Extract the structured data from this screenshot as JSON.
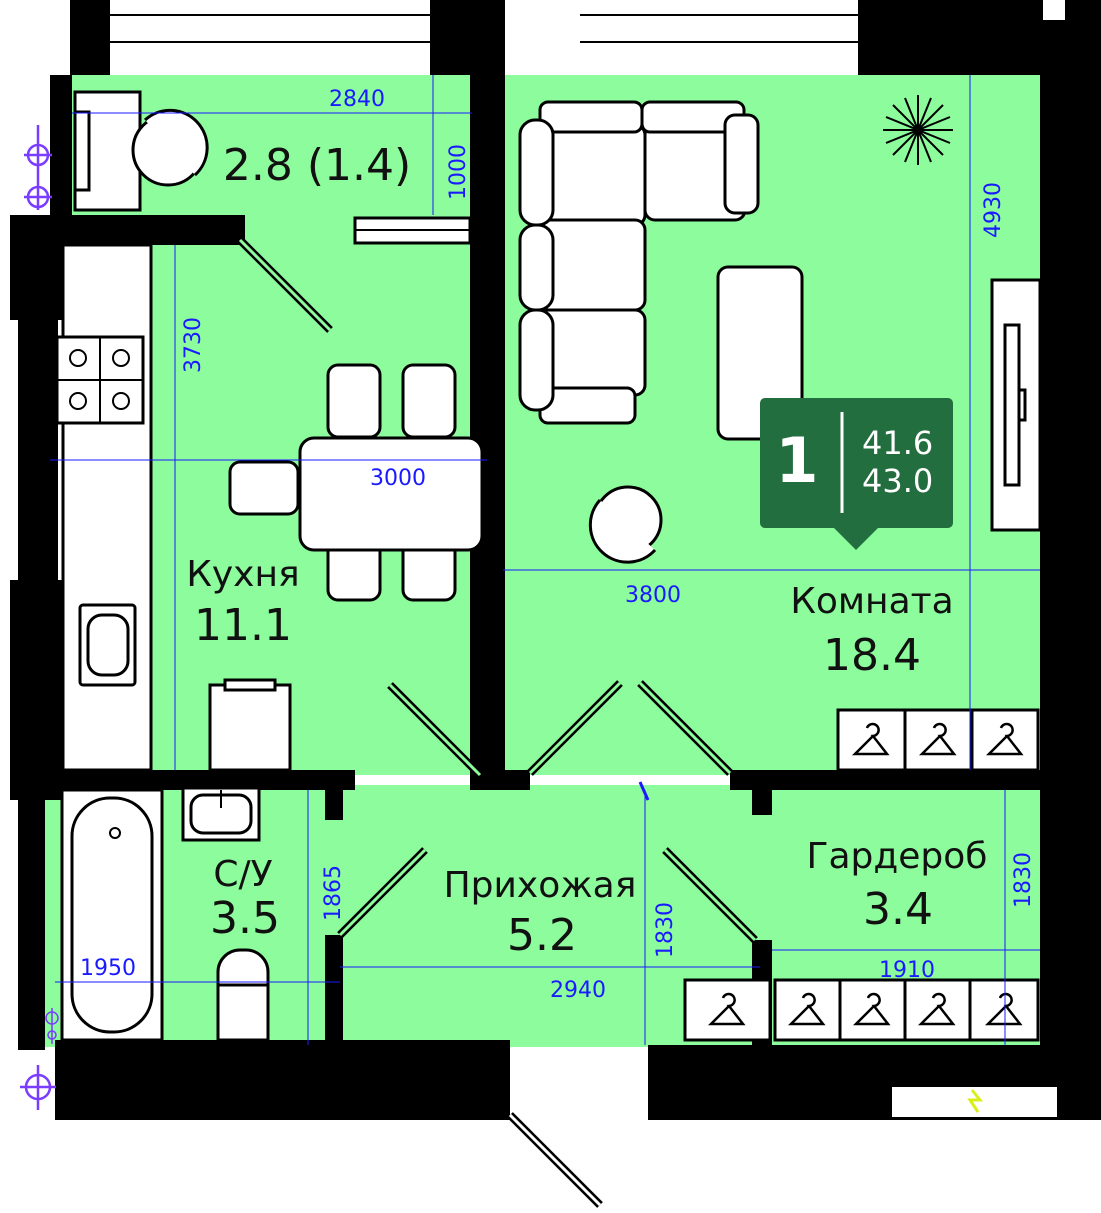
{
  "colors": {
    "room": "#8DFC9C",
    "badge": "#226E3E",
    "dimension": "#1a1aff",
    "axis": "#7a3cff"
  },
  "badge": {
    "rooms": "1",
    "living_area": "41.6",
    "total_area": "43.0"
  },
  "rooms": {
    "balcony": {
      "area": "2.8 (1.4)"
    },
    "kitchen": {
      "name": "Кухня",
      "area": "11.1"
    },
    "room": {
      "name": "Комната",
      "area": "18.4"
    },
    "bathroom": {
      "name": "С/У",
      "area": "3.5"
    },
    "hallway": {
      "name": "Прихожая",
      "area": "5.2"
    },
    "wardrobe": {
      "name": "Гардероб",
      "area": "3.4"
    }
  },
  "dimensions": {
    "balcony_width": "2840",
    "balcony_depth": "1000",
    "kitchen_depth": "3730",
    "kitchen_width": "3000",
    "room_depth": "4930",
    "room_width": "3800",
    "bath_depth": "1865",
    "bath_width": "1950",
    "hall_width": "2940",
    "hall_depth": "1830",
    "wardrobe_depth": "1830",
    "wardrobe_width": "1910"
  }
}
